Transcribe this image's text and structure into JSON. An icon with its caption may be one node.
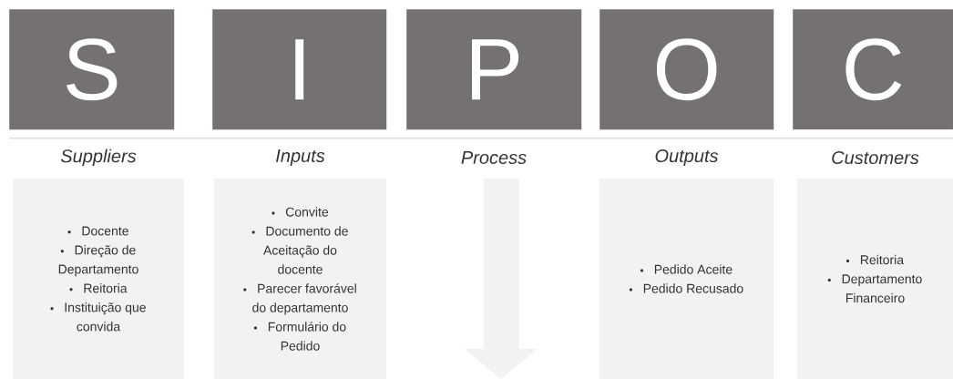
{
  "diagram": {
    "nodes": [
      {
        "text": [
          "S"
        ]
      },
      {
        "text": [
          "I"
        ]
      },
      {
        "text": [
          "P"
        ]
      },
      {
        "text": [
          "O"
        ]
      },
      {
        "text": [
          "C"
        ]
      },
      {
        "text": [
          "Suppliers",
          "Docente",
          "Direção de Departamento",
          "Reitoria",
          "Instituição que convida"
        ]
      },
      {
        "text": [
          "Inputs",
          "Convite",
          "Documento de Aceitação do docente",
          "Parecer favorável do departamento",
          "Formulário do Pedido"
        ]
      },
      {
        "text": [
          "Outputs",
          "Pedido Aceite",
          "Pedido Recusado"
        ]
      },
      {
        "text": [
          "Customers",
          "Reitoria",
          "Departamento Financeiro"
        ]
      }
    ],
    "labels": [
      "Process"
    ]
  }
}
